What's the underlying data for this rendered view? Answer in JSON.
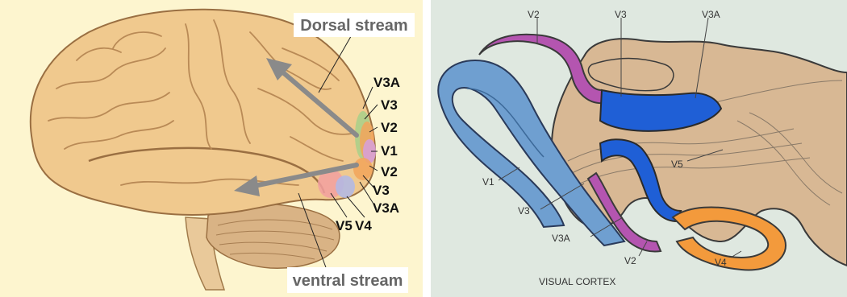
{
  "left_panel": {
    "dorsal_stream_label": "Dorsal stream",
    "ventral_stream_label": "ventral stream",
    "areas_upper": [
      "V3A",
      "V3",
      "V2",
      "V1",
      "V2",
      "V3",
      "V3A"
    ],
    "areas_lower": [
      "V5",
      "V4"
    ],
    "colors": {
      "background": "#fdf5cf",
      "brain": "#f0c98e",
      "cerebellum": "#d9b385",
      "arrow": "#8a8a8a"
    }
  },
  "right_panel": {
    "labels": {
      "v2_top": "V2",
      "v3_top": "V3",
      "v3a_top": "V3A",
      "v1": "V1",
      "v5": "V5",
      "v3_left": "V3",
      "v3a_bottom": "V3A",
      "v2_bottom": "V2",
      "v4": "V4"
    },
    "caption": "VISUAL CORTEX",
    "colors": {
      "background": "#dfe8e0",
      "tissue": "#d8b894",
      "v1": "#6f9fd0",
      "v2": "#b455b0",
      "v3": "#1f5fd6",
      "v4": "#f39a3c"
    }
  }
}
